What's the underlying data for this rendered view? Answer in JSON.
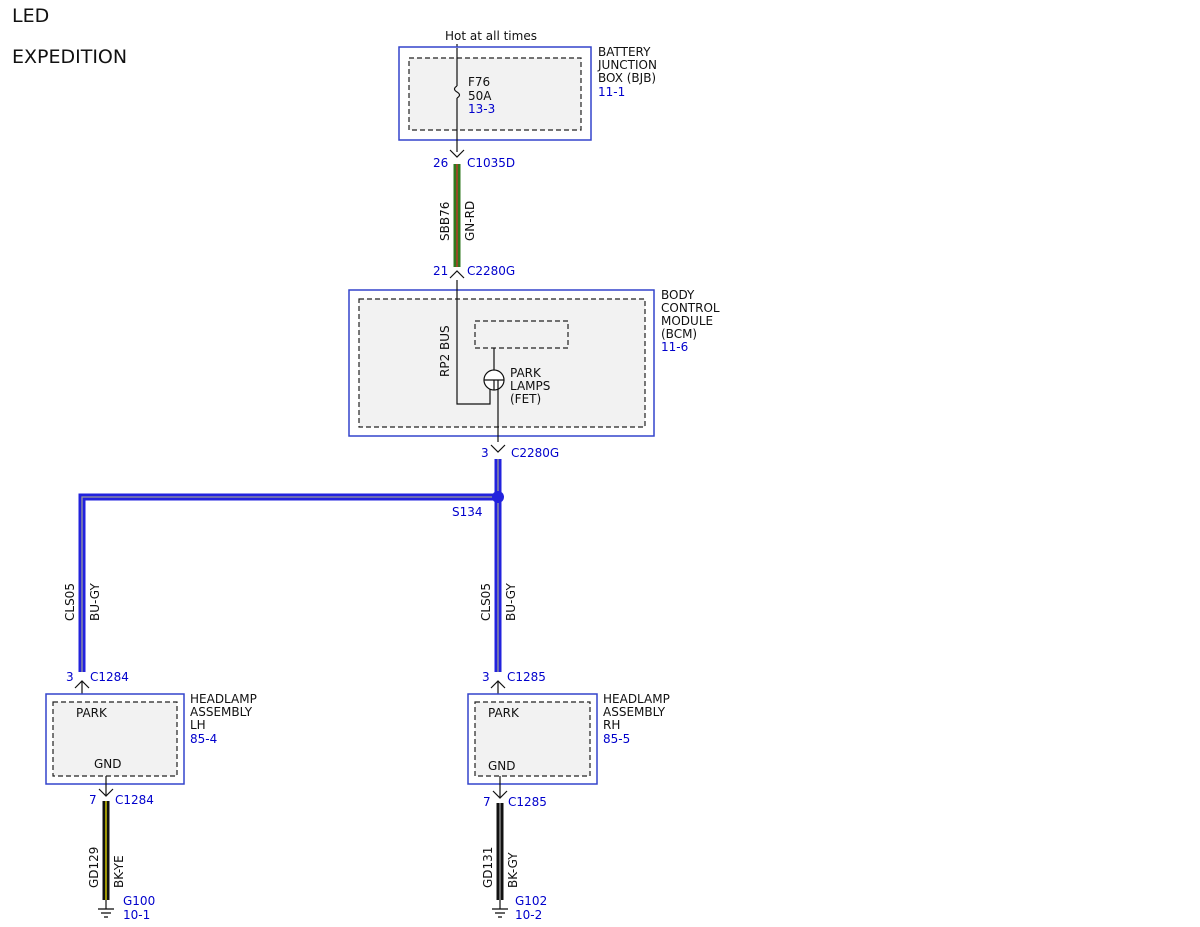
{
  "header": {
    "line1": "LED",
    "line2": "EXPEDITION"
  },
  "colors": {
    "label_blue": "#0000cc",
    "wire_blue": "#2222dd",
    "wire_green": "#2f7a1f",
    "wire_red_stripe": "#c0392b",
    "wire_black": "#111111",
    "wire_yellow_stripe": "#d8d000",
    "box_border": "#3344cc"
  },
  "power_source": {
    "label": "Hot at all times"
  },
  "bjb": {
    "name_lines": [
      "BATTERY",
      "JUNCTION",
      "BOX (BJB)"
    ],
    "ref": "11-1",
    "fuse": {
      "id": "F76",
      "rating": "50A",
      "ref": "13-3"
    }
  },
  "wire_sbb76": {
    "top_pin": "26",
    "top_connector": "C1035D",
    "circuit": "SBB76",
    "color_code": "GN-RD",
    "bottom_pin": "21",
    "bottom_connector": "C2280G"
  },
  "bcm": {
    "name_lines": [
      "BODY",
      "CONTROL",
      "MODULE",
      "(BCM)"
    ],
    "ref": "11-6",
    "bus_label": "RP2 BUS",
    "fet_lines": [
      "PARK",
      "LAMPS",
      "(FET)"
    ],
    "out_pin": "3",
    "out_connector": "C2280G"
  },
  "splice": {
    "id": "S134"
  },
  "wire_cls05_lh": {
    "circuit": "CLS05",
    "color_code": "BU-GY",
    "pin": "3",
    "connector": "C1284"
  },
  "wire_cls05_rh": {
    "circuit": "CLS05",
    "color_code": "BU-GY",
    "pin": "3",
    "connector": "C1285"
  },
  "headlamp_lh": {
    "name_lines": [
      "HEADLAMP",
      "ASSEMBLY",
      "LH"
    ],
    "ref": "85-4",
    "park_label": "PARK",
    "gnd_label": "GND",
    "gnd_pin": "7",
    "gnd_connector": "C1284"
  },
  "headlamp_rh": {
    "name_lines": [
      "HEADLAMP",
      "ASSEMBLY",
      "RH"
    ],
    "ref": "85-5",
    "park_label": "PARK",
    "gnd_label": "GND",
    "gnd_pin": "7",
    "gnd_connector": "C1285"
  },
  "wire_gd129": {
    "circuit": "GD129",
    "color_code": "BK-YE",
    "ground": "G100",
    "ground_ref": "10-1"
  },
  "wire_gd131": {
    "circuit": "GD131",
    "color_code": "BK-GY",
    "ground": "G102",
    "ground_ref": "10-2"
  }
}
